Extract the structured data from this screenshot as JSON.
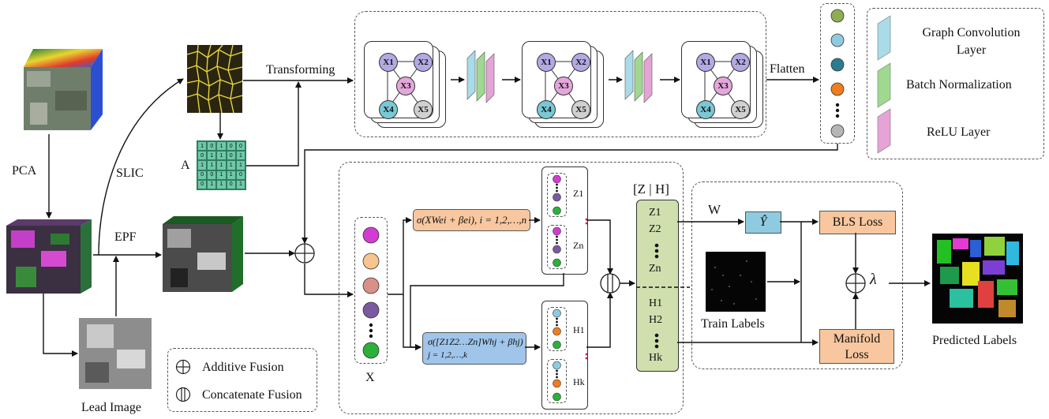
{
  "labels": {
    "pca": "PCA",
    "slic": "SLIC",
    "epf": "EPF",
    "lead_image": "Lead Image",
    "transforming": "Transforming",
    "adjacency": "A",
    "flatten": "Flatten",
    "x_vector": "X",
    "zh": "[Z | H]",
    "w": "W",
    "y_hat": "Ŷ",
    "lambda": "λ",
    "train_labels": "Train Labels",
    "predicted_labels": "Predicted Labels",
    "bls_loss": "BLS Loss",
    "manifold_loss_1": "Manifold",
    "manifold_loss_2": "Loss"
  },
  "graph_nodes": [
    "X1",
    "X2",
    "X3",
    "X4",
    "X5"
  ],
  "legend_layers": [
    {
      "name": "Graph Convolution Layer",
      "color": "#a9dbe8"
    },
    {
      "name": "Batch Normalization",
      "color": "#9fd98f"
    },
    {
      "name": "ReLU Layer",
      "color": "#e6a3d6"
    }
  ],
  "legend_fusion": [
    {
      "name": "Additive Fusion"
    },
    {
      "name": "Concatenate Fusion"
    }
  ],
  "formulas": {
    "enhance": "σ(XWei + βei), i = 1,2,…,n",
    "hidden_top": "σ([Z1Z2…Zn]Whj + βhj)",
    "hidden_bottom": "j = 1,2,…,k"
  },
  "zh_column": [
    "Z1",
    "Z2",
    "Zn",
    "H1",
    "H2",
    "Hk"
  ],
  "z_group": [
    "Z1",
    "Zn"
  ],
  "h_group": [
    "H1",
    "Hk"
  ],
  "matrix": [
    [
      "1",
      "0",
      "1",
      "0",
      "0"
    ],
    [
      "0",
      "1",
      "1",
      "0",
      "1"
    ],
    [
      "1",
      "1",
      "1",
      "1",
      "1"
    ],
    [
      "0",
      "0",
      "1",
      "1",
      "0"
    ],
    [
      "0",
      "1",
      "1",
      "0",
      "1"
    ]
  ],
  "colors": {
    "formula_orange": "#f8c79f",
    "formula_blue": "#9fc5ea",
    "zh_green": "#cfdfae",
    "loss_orange": "#f8c79f",
    "yhat_blue": "#8fcbe0",
    "node_purple": "#b3a9e3",
    "node_pink": "#e4a6dc",
    "node_teal": "#79c8d6",
    "node_gray": "#d0d0d0"
  }
}
